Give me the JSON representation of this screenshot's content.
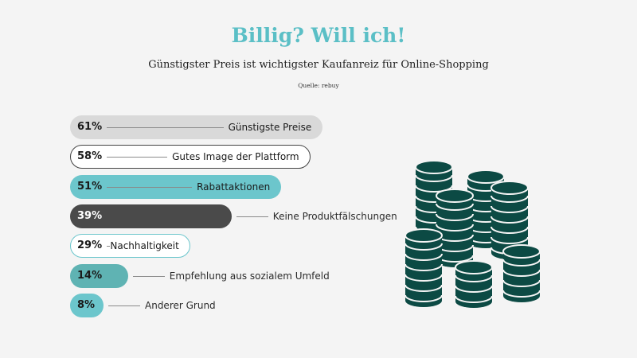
{
  "header": {
    "title": "Billig? Will ich!",
    "subtitle": "Günstigster Preis ist wichtigster Kaufanreiz für Online-Shopping",
    "source": "Quelle: rebuy"
  },
  "chart_data": {
    "type": "bar",
    "orientation": "horizontal",
    "categories": [
      "Günstigste Preise",
      "Gutes Image der Plattform",
      "Rabattaktionen",
      "Keine Produktfälschungen",
      "Nachhaltigkeit",
      "Empfehlung aus sozialem Umfeld",
      "Anderer Grund"
    ],
    "values": [
      61,
      58,
      51,
      39,
      29,
      14,
      8
    ],
    "value_labels": [
      "61%",
      "58%",
      "51%",
      "39%",
      "29%",
      "14%",
      "8%"
    ],
    "unit": "%",
    "xlim": [
      0,
      100
    ],
    "grid": false,
    "legend": "none",
    "colors": [
      "#d9d9d9",
      "#ffffff",
      "#6cc6cc",
      "#4a4a4a",
      "#ffffff",
      "#5fb3b3",
      "#6cc6cc"
    ],
    "outline_colors": [
      null,
      "#444444",
      null,
      null,
      "#6cc6cc",
      null,
      null
    ],
    "text_colors": [
      "#1a1a1a",
      "#1a1a1a",
      "#1a1a1a",
      "#ffffff",
      "#1a1a1a",
      "#1a1a1a",
      "#1a1a1a"
    ]
  },
  "illustration": {
    "icon": "coin-stacks-icon",
    "color": "#0c4a44"
  }
}
